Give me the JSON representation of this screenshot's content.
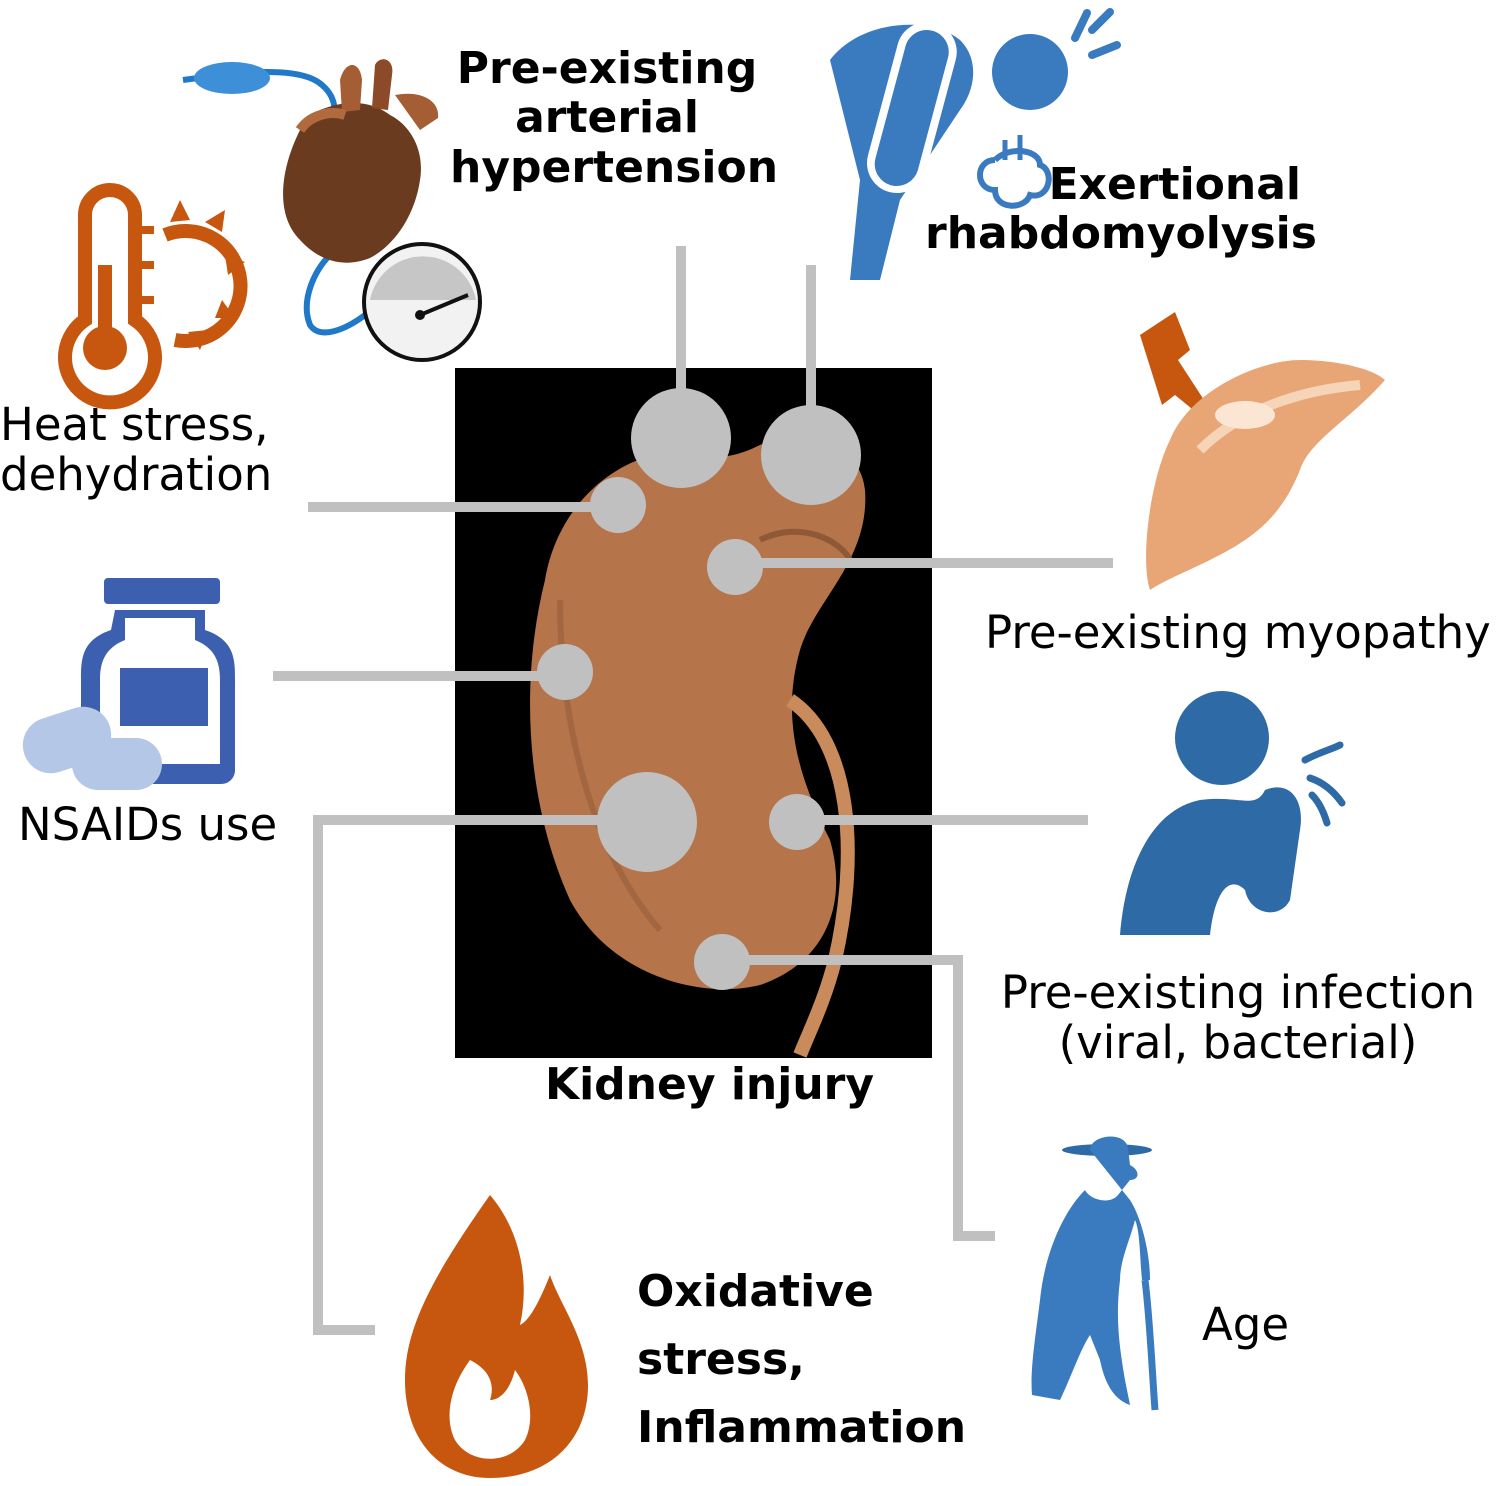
{
  "center": {
    "label": "Kidney injury"
  },
  "factors": {
    "hypertension": [
      "Pre-existing",
      "arterial",
      "hypertension"
    ],
    "rhabdo": [
      "Exertional",
      "rhabdomyolysis"
    ],
    "heat": [
      "Heat stress,",
      "dehydration"
    ],
    "myopathy": [
      "Pre-existing myopathy"
    ],
    "nsaids": [
      "NSAIDs use"
    ],
    "infection": [
      "Pre-existing infection",
      "(viral, bacterial)"
    ],
    "age": [
      "Age"
    ],
    "oxidative": [
      "Oxidative",
      "stress,",
      "Inflammation"
    ]
  },
  "icons": [
    "heart-pressure-icon",
    "thermometer-sun-icon",
    "athlete-exhausted-icon",
    "muscle-lightning-icon",
    "pill-bottle-icon",
    "coughing-person-icon",
    "elderly-person-icon",
    "flame-icon",
    "kidney-image"
  ],
  "colors": {
    "connector": "#c0c0c0",
    "blue": "#3572a8",
    "orange": "#c7570f",
    "kidney": "#b5744a",
    "background": "#000000"
  }
}
